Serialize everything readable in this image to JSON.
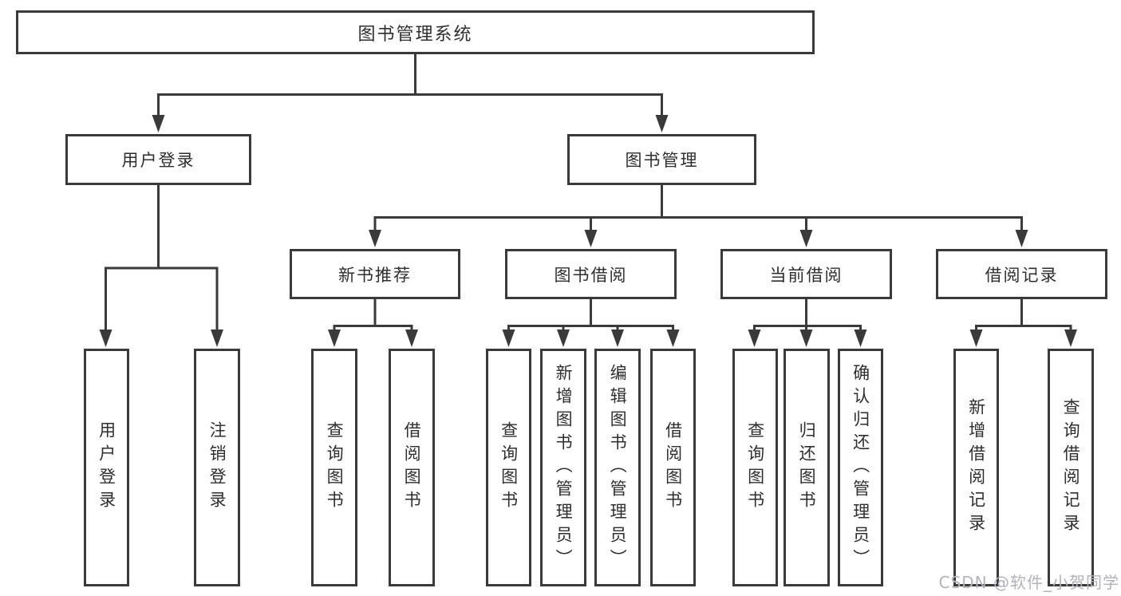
{
  "tree": {
    "label": "图书管理系统",
    "children": [
      {
        "label": "用户登录",
        "children": [
          {
            "label": "用户登录"
          },
          {
            "label": "注销登录"
          }
        ]
      },
      {
        "label": "图书管理",
        "children": [
          {
            "label": "新书推荐",
            "children": [
              {
                "label": "查询图书"
              },
              {
                "label": "借阅图书"
              }
            ]
          },
          {
            "label": "图书借阅",
            "children": [
              {
                "label": "查询图书"
              },
              {
                "label": "新增图书（管理员）"
              },
              {
                "label": "编辑图书（管理员）"
              },
              {
                "label": "借阅图书"
              }
            ]
          },
          {
            "label": "当前借阅",
            "children": [
              {
                "label": "查询图书"
              },
              {
                "label": "归还图书"
              },
              {
                "label": "确认归还（管理员）"
              }
            ]
          },
          {
            "label": "借阅记录",
            "children": [
              {
                "label": "新增借阅记录"
              },
              {
                "label": "查询借阅记录"
              }
            ]
          }
        ]
      }
    ]
  },
  "watermark": {
    "text": "CSDN @软件_小贺同学"
  },
  "palette": {
    "line": "#3a3a3a",
    "box_border": "#3a3a3a",
    "text": "#2e2e2e",
    "box_background": "#ffffff",
    "page_background": "#ffffff",
    "watermark": "#b2b2bb"
  }
}
